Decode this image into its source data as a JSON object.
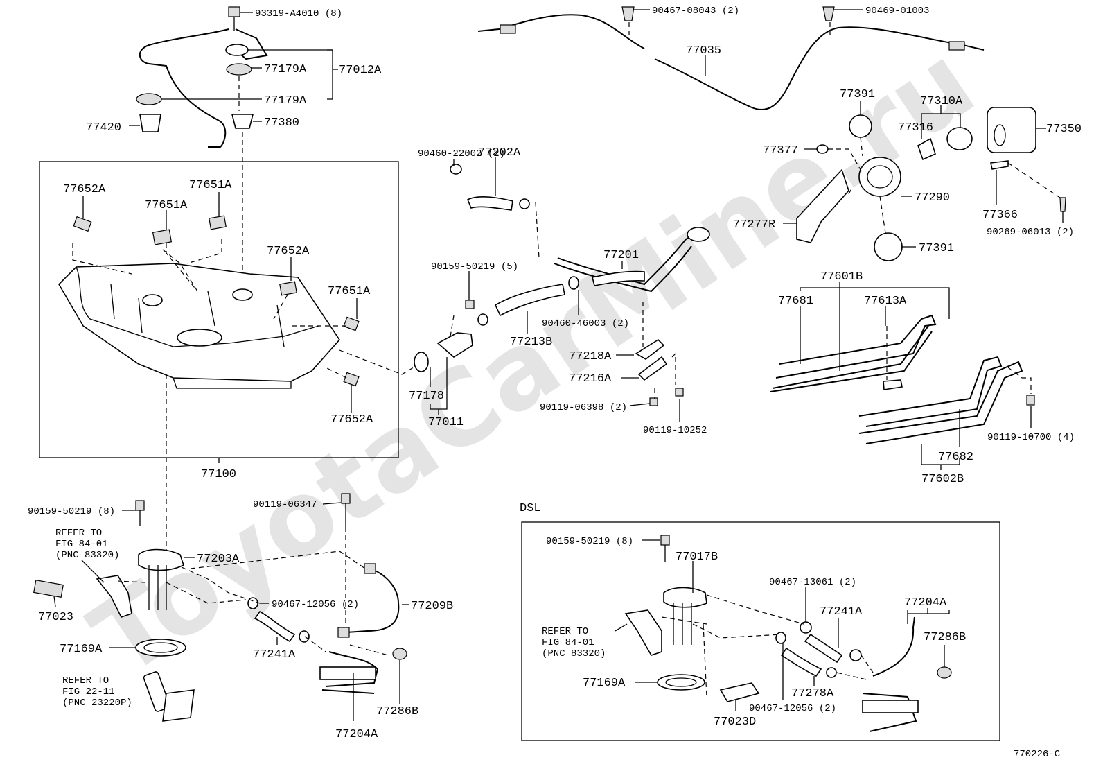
{
  "watermark": "ToyotaCarMine.ru",
  "diagram_code": "770226-C",
  "section_label": "DSL",
  "main": {
    "top_left": {
      "p93319": "93319-A4010 (8)",
      "p77012A": "77012A",
      "p77179A_1": "77179A",
      "p77179A_2": "77179A",
      "p77420": "77420",
      "p77380": "77380"
    },
    "tank_box": {
      "p77652A_1": "77652A",
      "p77651A_1": "77651A",
      "p77651A_2": "77651A",
      "p77652A_2": "77652A",
      "p77651A_3": "77651A",
      "p77652A_3": "77652A",
      "p77100": "77100"
    },
    "cable": {
      "p90467_08043": "90467-08043 (2)",
      "p90469_01003": "90469-01003",
      "p77035": "77035"
    },
    "filler": {
      "p90460_22002": "90460-22002 (2)",
      "p77202A": "77202A",
      "p77201": "77201",
      "p90159_50219_5": "90159-50219 (5)",
      "p90460_46003": "90460-46003 (2)",
      "p77213B": "77213B",
      "p77218A": "77218A",
      "p77216A": "77216A",
      "p90119_06398": "90119-06398 (2)",
      "p90119_10252": "90119-10252",
      "p77178": "77178",
      "p77011": "77011"
    },
    "cap": {
      "p77391_1": "77391",
      "p77310A": "77310A",
      "p77316": "77316",
      "p77350": "77350",
      "p77377": "77377",
      "p77290": "77290",
      "p77277R": "77277R",
      "p77366": "77366",
      "p90269_06013": "90269-06013 (2)",
      "p77391_2": "77391"
    },
    "straps": {
      "p77601B": "77601B",
      "p77681": "77681",
      "p77613A": "77613A",
      "p90119_10700": "90119-10700 (4)",
      "p77682": "77682",
      "p77602B": "77602B"
    },
    "pump": {
      "p90159_50219_8": "90159-50219 (8)",
      "refer1_a": "REFER TO",
      "refer1_b": "FIG 84-01",
      "refer1_c": "(PNC 83320)",
      "p77203A": "77203A",
      "p77023": "77023",
      "p77169A": "77169A",
      "refer2_a": "REFER TO",
      "refer2_b": "FIG 22-11",
      "refer2_c": "(PNC 23220P)",
      "p90119_06347": "90119-06347",
      "p90467_12056": "90467-12056 (2)",
      "p77209B": "77209B",
      "p77241A": "77241A",
      "p77286B": "77286B",
      "p77204A": "77204A"
    }
  },
  "dsl": {
    "p90159_50219_8": "90159-50219 (8)",
    "p77017B": "77017B",
    "p90467_13061": "90467-13061 (2)",
    "p77241A": "77241A",
    "p77204A": "77204A",
    "refer_a": "REFER TO",
    "refer_b": "FIG 84-01",
    "refer_c": "(PNC 83320)",
    "p77286B": "77286B",
    "p77169A": "77169A",
    "p77278A": "77278A",
    "p90467_12056": "90467-12056 (2)",
    "p77023D": "77023D"
  }
}
